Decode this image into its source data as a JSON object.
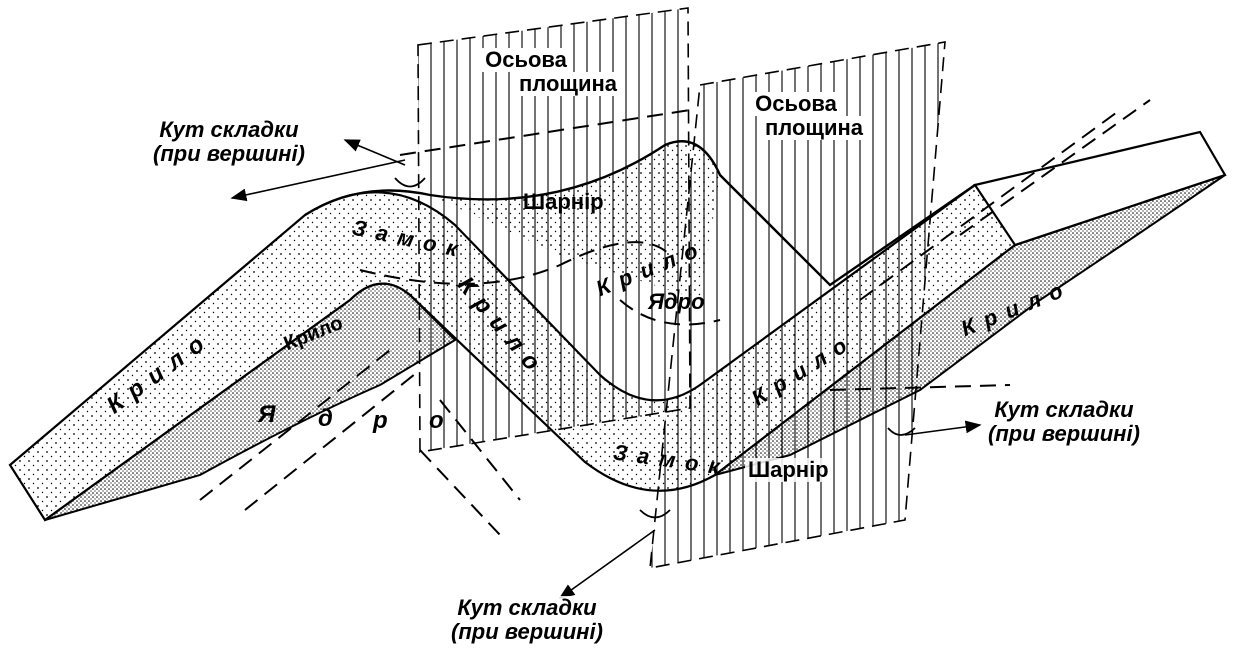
{
  "labels": {
    "axial_plane": "Осьова площина",
    "axial_plane_line1": "Осьова",
    "axial_plane_line2": "площина",
    "fold_angle_line1": "Кут складки",
    "fold_angle_line2": "(при вершині)",
    "hinge": "Шарнір",
    "closure": "Замок",
    "limb": "Крило",
    "core": "Ядро",
    "core_spaced": [
      "Я",
      "д",
      "р",
      "о"
    ]
  }
}
